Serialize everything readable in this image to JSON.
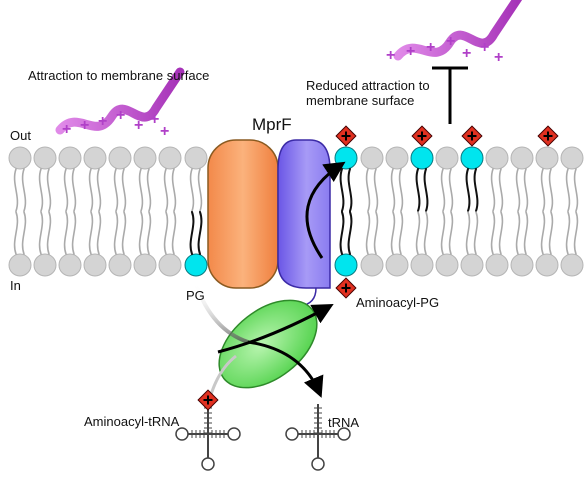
{
  "labels": {
    "attraction": "Attraction to membrane surface",
    "reduced_line1": "Reduced attraction to",
    "reduced_line2": "membrane surface",
    "out": "Out",
    "in": "In",
    "mprf": "MprF",
    "pg": "PG",
    "aminoacyl_pg": "Aminoacyl-PG",
    "aminoacyl_trna": "Aminoacyl-tRNA",
    "trna": "tRNA"
  },
  "symbols": {
    "plus": "+"
  },
  "colors": {
    "lipid_head": "#d4d4d4",
    "pg_head": "#00e5ee",
    "mprf_orange": "#f7a060",
    "mprf_purple": "#8a7cf0",
    "enzyme_green": "#7ce07a",
    "peptide": "#b040c8",
    "charge_badge": "#e03020",
    "arrow": "#000000"
  }
}
